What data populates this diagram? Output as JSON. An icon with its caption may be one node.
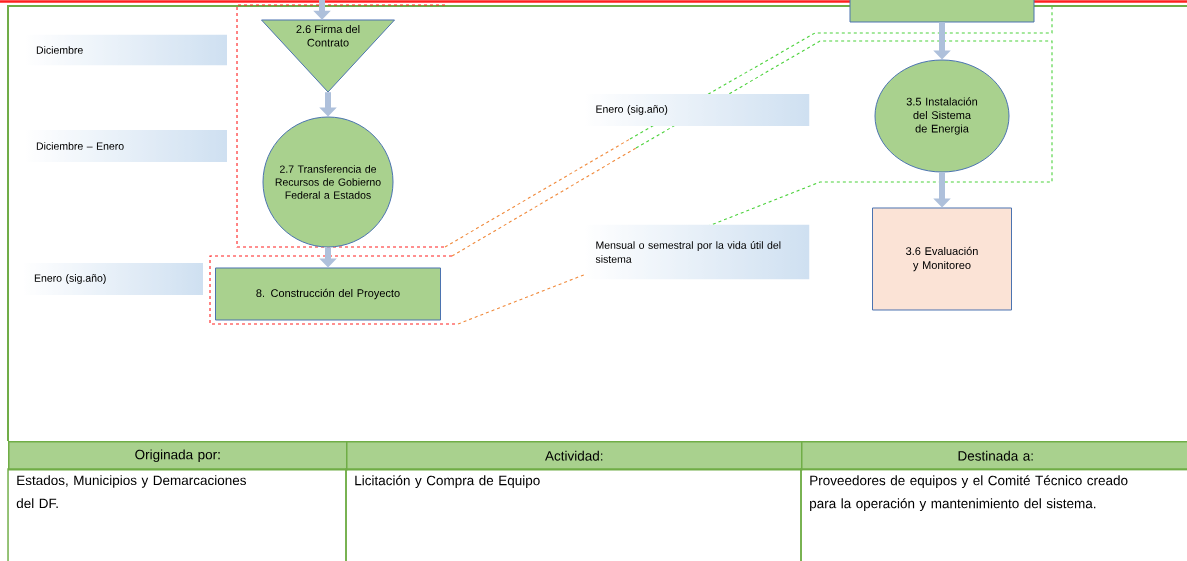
{
  "diagram": {
    "nodes": [
      {
        "text": [
          "2.6 Firma del Contrato"
        ]
      },
      {
        "text": [
          "2.7 Transferencia de Recursos de Gobierno Federal a Estados"
        ]
      },
      {
        "text": [
          "8. Construcción del Proyecto"
        ]
      },
      {
        "text": [],
        "shape": "box"
      },
      {
        "text": [
          "3.5 Instalación del Sistema de Energia"
        ]
      },
      {
        "text": [
          "3.6 Evaluación y Monitoreo"
        ]
      },
      {
        "text": [
          "Diciembre"
        ]
      },
      {
        "text": [
          "Diciembre – Enero"
        ]
      },
      {
        "text": [
          "Enero (sig.año)"
        ]
      },
      {
        "text": [
          "Enero (sig.año)"
        ]
      },
      {
        "text": [
          "Mensual o semestral por la vida útil del sistema"
        ]
      }
    ],
    "edges": [
      {
        "from": null,
        "to": 0,
        "arrow": "to"
      },
      {
        "from": 0,
        "to": 1,
        "arrow": "to"
      },
      {
        "from": 1,
        "to": 2,
        "arrow": "to"
      },
      {
        "from": 3,
        "to": 4,
        "arrow": "to"
      },
      {
        "from": 4,
        "to": 5,
        "arrow": "to"
      }
    ],
    "labels": [
      "Originada por:",
      "Actividad:",
      "Destinada a:",
      "Estados, Municipios y Demarcaciones del DF.",
      "Licitación y Compra de Equipo",
      "Proveedores de equipos y el Comité Técnico creado para la operación y mantenimiento del sistema."
    ]
  }
}
